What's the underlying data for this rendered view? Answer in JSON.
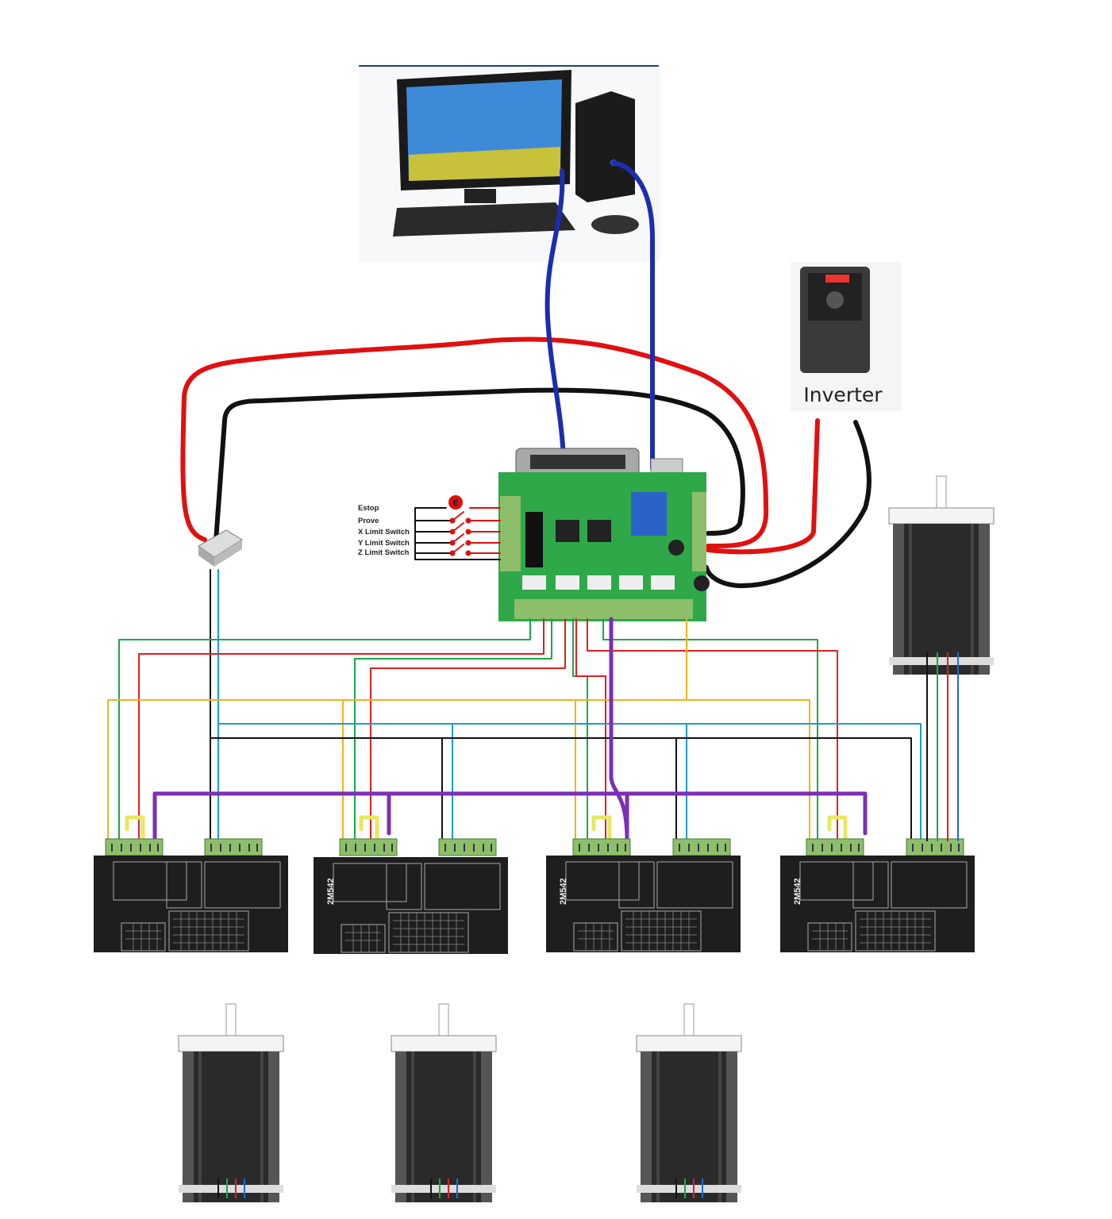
{
  "switches": {
    "estop_badge": "E",
    "labels": [
      "Estop",
      "Prove",
      "X Limit Switch",
      "Y Limit Switch",
      "Z Limit Switch"
    ]
  },
  "inverter": {
    "label": "Inverter"
  },
  "drivers": [
    {
      "model": ""
    },
    {
      "model": "2M542"
    },
    {
      "model": "2M542"
    },
    {
      "model": "2M542"
    }
  ],
  "wire_colors": {
    "usb_parallel": "#1c2db0",
    "power_pos": "#e01010",
    "power_neg": "#111111",
    "signal_green": "#1aa84a",
    "signal_red": "#e02020",
    "signal_yellow": "#f2b21a",
    "signal_blue": "#1d9ad6",
    "enable_purple": "#7b2fb5",
    "board_green": "#2fa84a"
  }
}
